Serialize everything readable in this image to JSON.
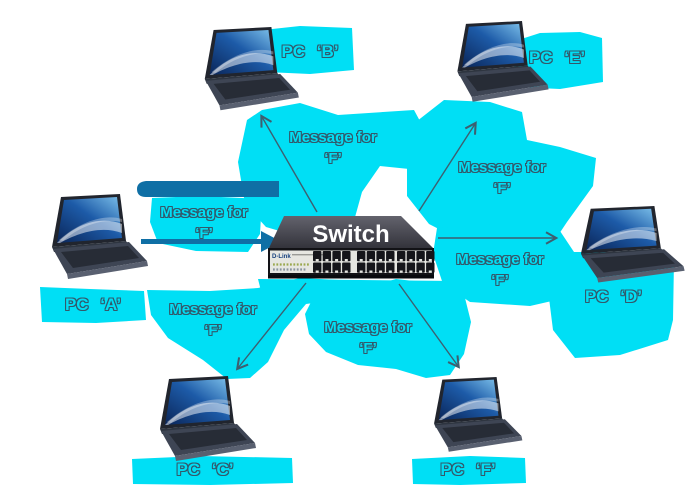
{
  "diagram": {
    "switch": {
      "label": "Switch",
      "brand": "D-Link",
      "visible_ports": 24
    },
    "nodes": [
      {
        "id": "A",
        "label": "PC ‘A’"
      },
      {
        "id": "B",
        "label": "PC ‘B’"
      },
      {
        "id": "C",
        "label": "PC ‘C’"
      },
      {
        "id": "D",
        "label": "PC ‘D’"
      },
      {
        "id": "E",
        "label": "PC ‘E’"
      },
      {
        "id": "F",
        "label": "PC ‘F’"
      }
    ],
    "message": {
      "line1": "Message for",
      "line2": "‘F’"
    },
    "flows": [
      {
        "from": "PC ‘A’",
        "to": "Switch",
        "label": "Message for ‘F’",
        "style": "solid-blue-arrow"
      },
      {
        "from": "Switch",
        "to": "PC ‘B’",
        "label": "Message for ‘F’",
        "style": "thin-outline-arrow"
      },
      {
        "from": "Switch",
        "to": "PC ‘E’",
        "label": "Message for ‘F’",
        "style": "thin-outline-arrow"
      },
      {
        "from": "Switch",
        "to": "PC ‘D’",
        "label": "Message for ‘F’",
        "style": "thin-outline-arrow"
      },
      {
        "from": "Switch",
        "to": "PC ‘C’",
        "label": "Message for ‘F’",
        "style": "thin-outline-arrow"
      },
      {
        "from": "Switch",
        "to": "PC ‘F’",
        "label": "Message for ‘F’",
        "style": "thin-outline-arrow"
      }
    ],
    "colors": {
      "highlight": "#00dff5",
      "solid_arrow": "#0f6fa5",
      "thin_arrow": "#3d5f70",
      "label_outline": "#33596b",
      "switch_label": "#ffffff"
    }
  }
}
